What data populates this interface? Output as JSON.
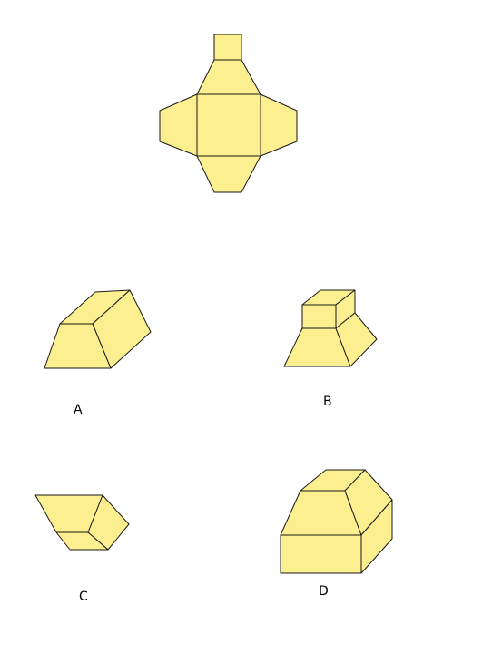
{
  "colors": {
    "face_fill": "#fbef8f",
    "edge_stroke": "#1a1a1a",
    "background": "#ffffff"
  },
  "net": {
    "fold_lines": "dotted"
  },
  "options": [
    {
      "id": "A",
      "label": "A"
    },
    {
      "id": "B",
      "label": "B"
    },
    {
      "id": "C",
      "label": "C"
    },
    {
      "id": "D",
      "label": "D"
    }
  ]
}
